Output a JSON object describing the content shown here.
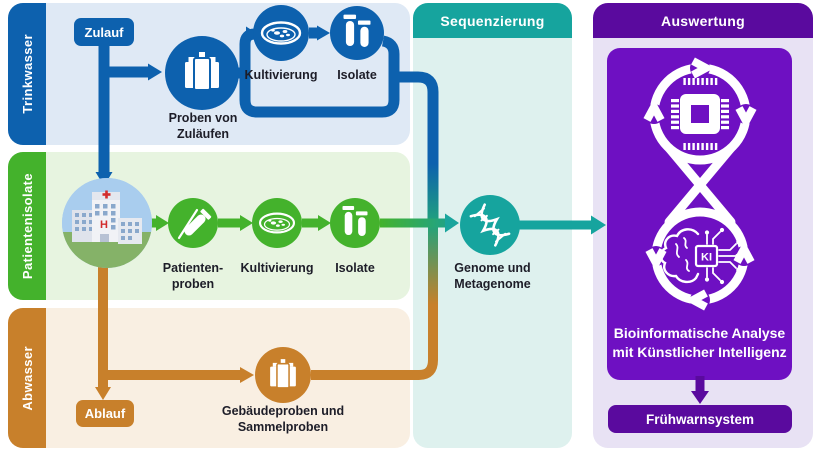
{
  "palette": {
    "blue": "#0d61ae",
    "blue_bg": "#dfe9f5",
    "green": "#44b22c",
    "green_bg": "#e7f4e0",
    "orange": "#c8802b",
    "orange_bg": "#f9efe2",
    "teal": "#16a49e",
    "teal_bg": "#def1ee",
    "purple": "#5a0a9e",
    "purple_box": "#6e10c2",
    "purple_bg": "#e8e2f4",
    "text_dark": "#1d1d28"
  },
  "lanes": {
    "trinkwasser": {
      "label": "Trinkwasser",
      "badge": "Zulauf",
      "node_proben": {
        "line1": "Proben von",
        "line2": "Zuläufen"
      },
      "node_kultivierung": "Kultivierung",
      "node_isolate": "Isolate"
    },
    "patientenisolate": {
      "label": "Patientenisolate",
      "node_patientenproben": {
        "line1": "Patienten-",
        "line2": "proben"
      },
      "node_kultivierung": "Kultivierung",
      "node_isolate": "Isolate"
    },
    "abwasser": {
      "label": "Abwasser",
      "badge": "Ablauf",
      "node_gebaeudeproben": {
        "line1": "Gebäudeproben und",
        "line2": "Sammelproben"
      }
    }
  },
  "sequenzierung": {
    "title": "Sequenzierung",
    "node_genome": {
      "line1": "Genome und",
      "line2": "Metagenome"
    }
  },
  "auswertung": {
    "title": "Auswertung",
    "ki_badge": "KI",
    "analysis": {
      "line1": "Bioinformatische Analyse",
      "line2": "mit Künstlicher Intelligenz"
    },
    "output_badge": "Frühwarnsystem"
  }
}
